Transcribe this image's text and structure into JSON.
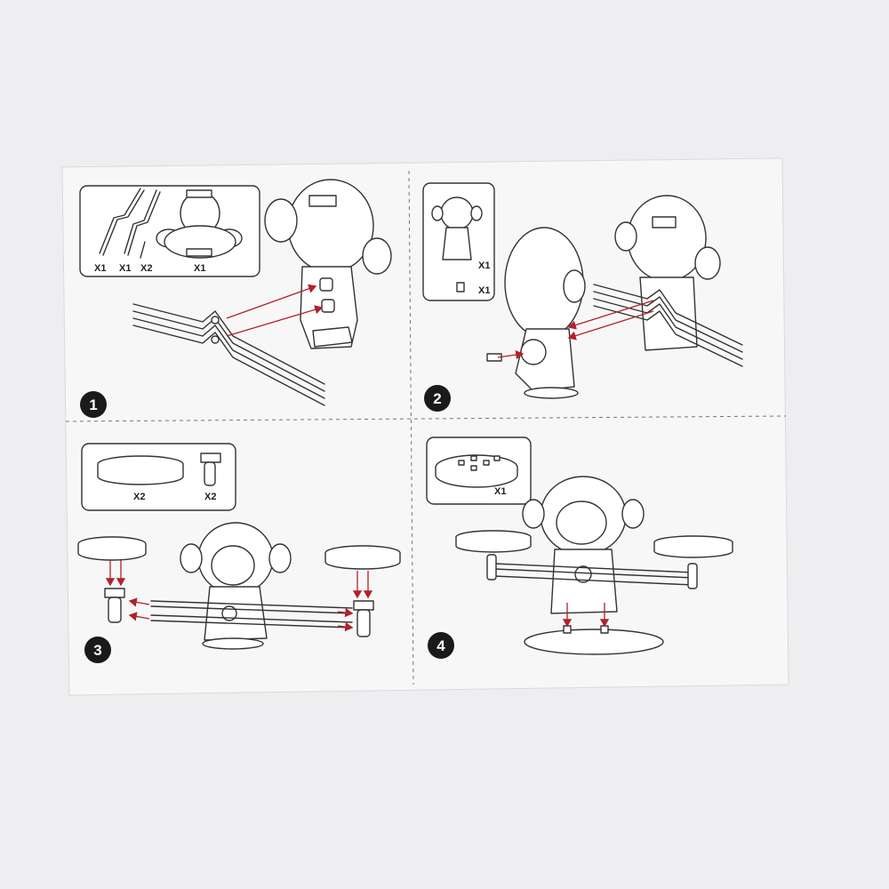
{
  "sheet": {
    "paper_color": "#f7f7f8",
    "background_color": "#eeeef0",
    "arrow_color": "#b3202a"
  },
  "steps": [
    {
      "number": "1",
      "parts": [
        {
          "label": "X1",
          "icon": "bent-rod-icon"
        },
        {
          "label": "X1",
          "icon": "bent-rod-icon"
        },
        {
          "label": "X2",
          "icon": "pin-icon"
        },
        {
          "label": "X1",
          "icon": "monkey-back-panel-icon"
        }
      ]
    },
    {
      "number": "2",
      "parts": [
        {
          "label": "X1",
          "icon": "monkey-front-icon"
        },
        {
          "label": "X1",
          "icon": "peg-icon"
        }
      ]
    },
    {
      "number": "3",
      "parts": [
        {
          "label": "X2",
          "icon": "tray-icon"
        },
        {
          "label": "X2",
          "icon": "hanger-bracket-icon"
        }
      ]
    },
    {
      "number": "4",
      "parts": [
        {
          "label": "X1",
          "icon": "base-plate-icon"
        }
      ]
    }
  ]
}
